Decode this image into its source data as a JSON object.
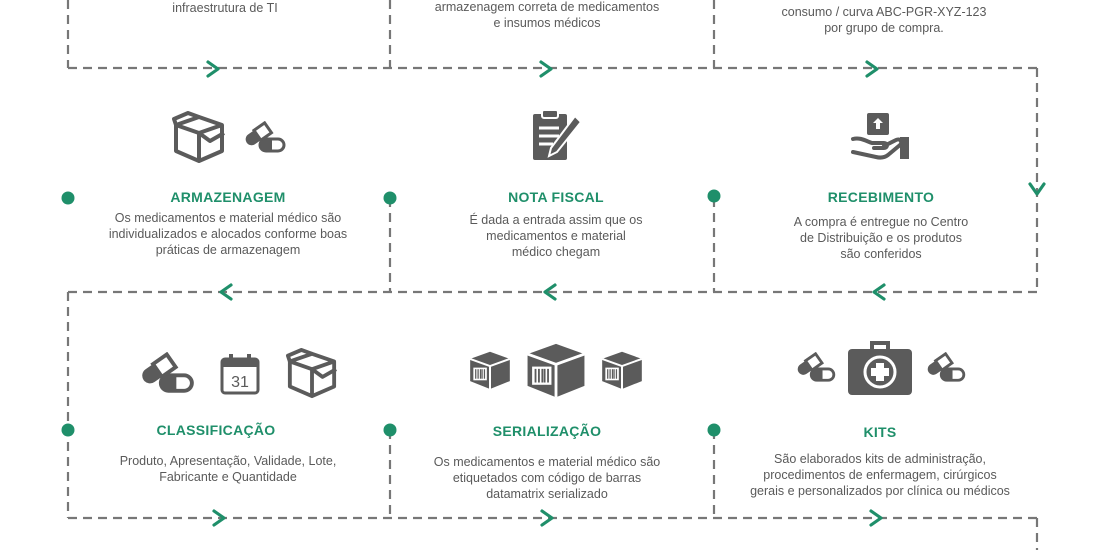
{
  "colors": {
    "accent": "#1f8f6a",
    "line": "#777777",
    "icon": "#5b5b5b",
    "text": "#5a5a5a"
  },
  "top_fragments": {
    "col1": [
      "infraestrutura de TI"
    ],
    "col2": [
      "armazenagem correta de medicamentos",
      "e insumos médicos"
    ],
    "col3": [
      "consumo / curva ABC-PGR-XYZ-123",
      "por grupo de compra."
    ]
  },
  "steps": {
    "armazenagem": {
      "title": "ARMAZENAGEM",
      "lines": [
        "Os medicamentos e material médico são",
        "individualizados e alocados conforme boas",
        "práticas de armazenagem"
      ],
      "icons": [
        "open-box-icon",
        "pills-icon"
      ]
    },
    "nota_fiscal": {
      "title": "NOTA FISCAL",
      "lines": [
        "É dada a entrada assim que os",
        "medicamentos e material",
        "médico chegam"
      ],
      "icons": [
        "clipboard-pen-icon"
      ]
    },
    "recebimento": {
      "title": "RECEBIMENTO",
      "lines": [
        "A compra é entregue no Centro",
        "de Distribuição e os produtos",
        "são conferidos"
      ],
      "icons": [
        "hand-package-icon"
      ]
    },
    "classificacao": {
      "title": "CLASSIFICAÇÃO",
      "lines": [
        "Produto, Apresentação, Validade, Lote,",
        "Fabricante e Quantidade"
      ],
      "icons": [
        "pills-icon",
        "calendar-icon",
        "open-box-icon"
      ],
      "calendar_day": "31"
    },
    "serializacao": {
      "title": "SERIALIZAÇÃO",
      "lines": [
        "Os medicamentos e material médico são",
        "etiquetados com código de barras",
        "datamatrix serializado"
      ],
      "icons": [
        "barcode-box-small-icon",
        "barcode-box-large-icon",
        "barcode-box-small-icon"
      ]
    },
    "kits": {
      "title": "KITS",
      "lines": [
        "São elaborados kits de administração,",
        "procedimentos de enfermagem, cirúrgicos",
        "gerais e personalizados por clínica  ou médicos"
      ],
      "icons": [
        "pills-icon",
        "first-aid-kit-icon",
        "pills-icon"
      ]
    }
  }
}
